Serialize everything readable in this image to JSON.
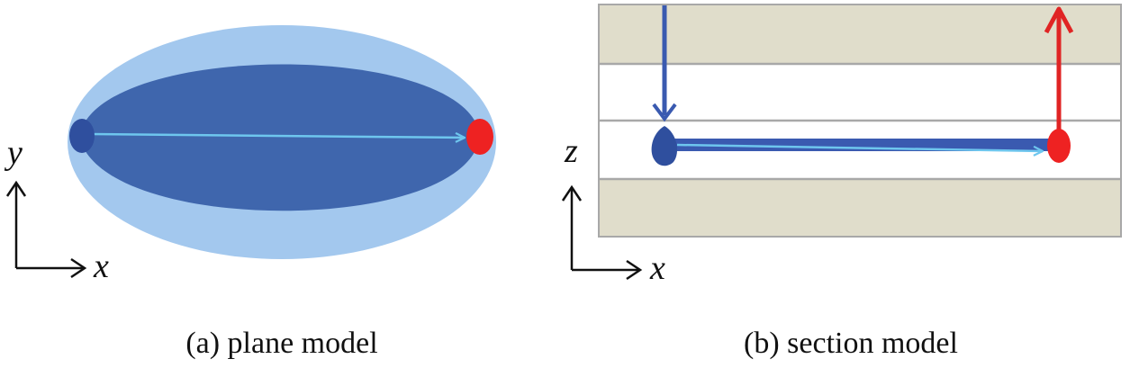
{
  "panels": {
    "plane": {
      "caption": "(a) plane model",
      "axis_x": "x",
      "axis_y": "y"
    },
    "section": {
      "caption": "(b) section model",
      "axis_x": "x",
      "axis_z": "z",
      "layer_count": 4
    }
  },
  "colors": {
    "outer_ellipse": "#a3c8ee",
    "inner_ellipse": "#3f66ad",
    "injection_point": "#2f4f9e",
    "production_point": "#ee2222",
    "flow_arrow": "#6ec6ee",
    "injection_line": "#3a5ab0",
    "production_line": "#e02424",
    "rock_layer": "#e0ddcb",
    "layer_border": "#a8a8a8",
    "axis": "#111111"
  }
}
